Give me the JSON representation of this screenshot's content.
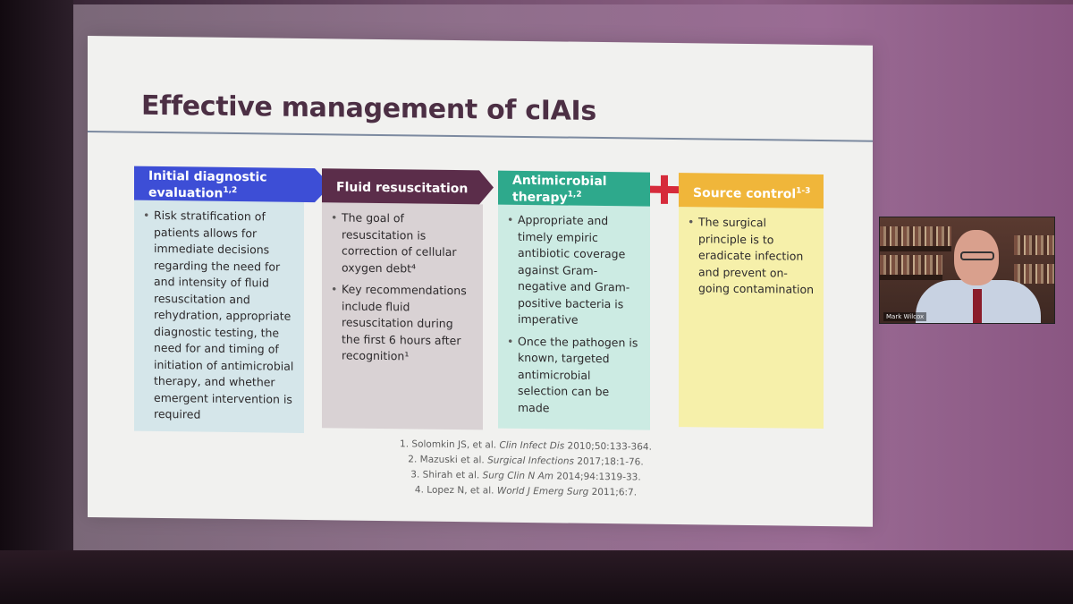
{
  "slide": {
    "title": "Effective management of cIAIs",
    "columns": [
      {
        "header": "Initial diagnostic evaluation",
        "header_sup": "1,2",
        "color": "#3d4ed6",
        "bullets": [
          "Risk stratification of patients allows for immediate decisions regarding the need for and intensity of fluid resuscitation and rehydration, appropriate diagnostic testing, the need for and timing of initiation of antimicrobial therapy, and whether emergent intervention is required"
        ]
      },
      {
        "header": "Fluid resuscitation",
        "header_sup": "",
        "color": "#5b2d4a",
        "bullets": [
          "The goal of resuscitation is correction of cellular oxygen debt⁴",
          "Key recommendations include fluid resuscitation during the first 6 hours after recognition¹"
        ]
      },
      {
        "header": "Antimicrobial therapy",
        "header_sup": "1,2",
        "color": "#2ea98c",
        "bullets": [
          "Appropriate and timely empiric antibiotic coverage against Gram-negative and Gram-positive bacteria is imperative",
          "Once the pathogen is known, targeted antimicrobial selection can be made"
        ]
      },
      {
        "header": "Source control",
        "header_sup": "1-3",
        "color": "#f0b63a",
        "bullets": [
          "The surgical principle is to eradicate infection and prevent on-going contamination"
        ]
      }
    ],
    "references": [
      {
        "pre": "1. Solomkin JS, et al. ",
        "journal": "Clin Infect Dis",
        "post": " 2010;50:133-364."
      },
      {
        "pre": "2. Mazuski et al. ",
        "journal": "Surgical Infections",
        "post": " 2017;18:1-76."
      },
      {
        "pre": "3. Shirah et al. ",
        "journal": "Surg Clin N Am",
        "post": " 2014;94:1319-33."
      },
      {
        "pre": "4. Lopez N, et al. ",
        "journal": "World J Emerg Surg",
        "post": " 2011;6:7."
      }
    ]
  },
  "webcam": {
    "name": "Mark Wilcox"
  }
}
